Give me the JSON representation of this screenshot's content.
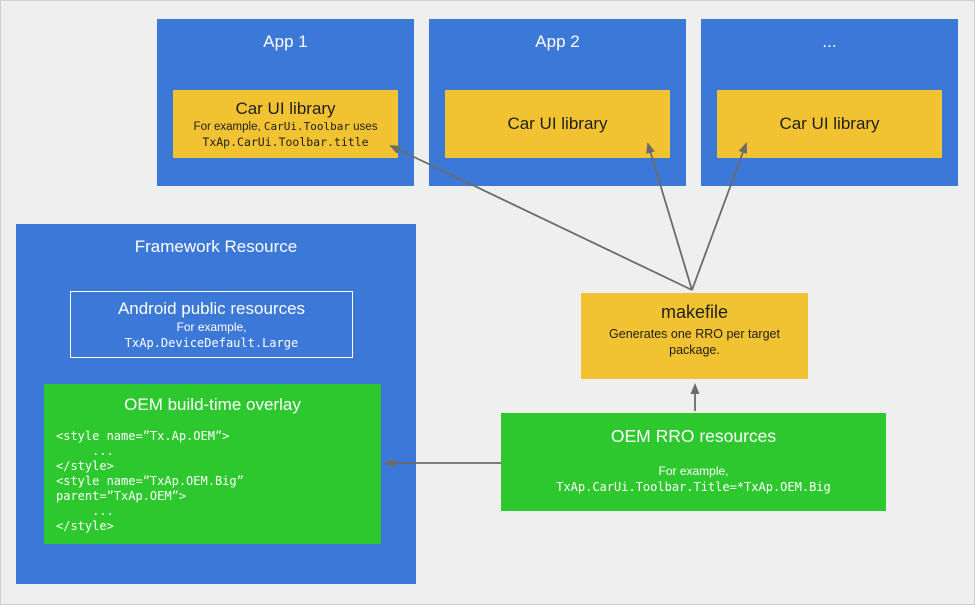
{
  "colors": {
    "blue": "#3c78d8",
    "yellow": "#f1c232",
    "green": "#2dc72e",
    "arrow": "#6b6b6b",
    "background": "#efefef"
  },
  "apps": [
    {
      "title": "App 1",
      "library": {
        "title": "Car UI library",
        "example_prefix": "For example, ",
        "example_code": "CarUi.Toolbar",
        "example_suffix": " uses",
        "code": "TxAp.CarUi.Toolbar.title"
      }
    },
    {
      "title": "App 2",
      "library": {
        "title": "Car UI library"
      }
    },
    {
      "title": "...",
      "library": {
        "title": "Car UI library"
      }
    }
  ],
  "framework": {
    "title": "Framework Resource",
    "android_public": {
      "title": "Android public resources",
      "example_label": "For example,",
      "example_code": "TxAp.DeviceDefault.Large"
    },
    "oem_overlay": {
      "title": "OEM build-time overlay",
      "code_lines": [
        "<style name=”Tx.Ap.OEM”>",
        "     ...",
        "</style>",
        "<style name=”TxAp.OEM.Big”",
        "parent=”TxAp.OEM”>",
        "     ...",
        "</style>"
      ]
    }
  },
  "makefile": {
    "title": "makefile",
    "description": "Generates one RRO per target package."
  },
  "oem_rro": {
    "title": "OEM RRO resources",
    "example_label": "For example,",
    "example_code": "TxAp.CarUi.Toolbar.Title=*TxAp.OEM.Big"
  }
}
